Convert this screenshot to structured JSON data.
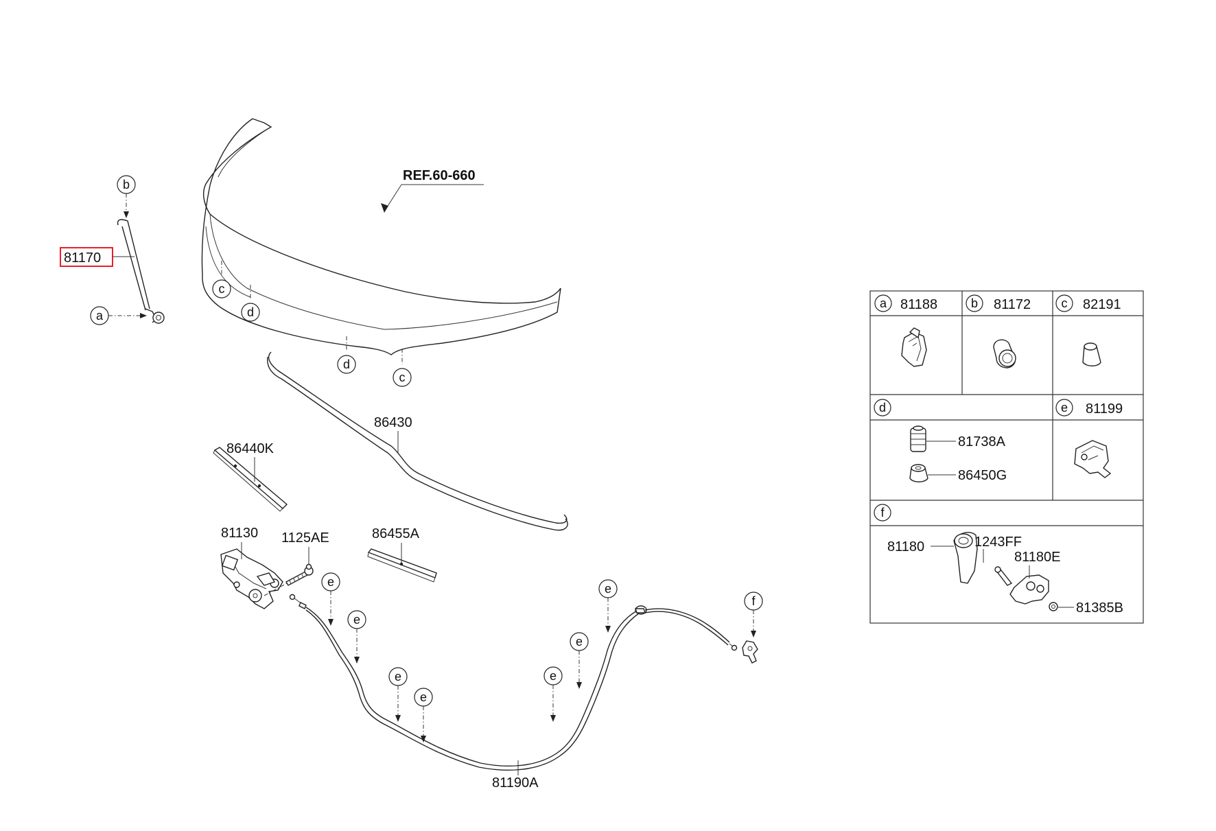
{
  "reference": "REF.60-660",
  "highlight_color": "#e8202a",
  "callouts": {
    "strut": "81170",
    "weatherstrip": "86430",
    "seal_left": "86440K",
    "latch": "81130",
    "bolt": "1125AE",
    "seal_center": "86455A",
    "cable": "81190A"
  },
  "circle_letters": {
    "a": "a",
    "b": "b",
    "c": "c",
    "d": "d",
    "e": "e",
    "f": "f"
  },
  "legend": {
    "a": {
      "letter": "a",
      "part": "81188"
    },
    "b": {
      "letter": "b",
      "part": "81172"
    },
    "c": {
      "letter": "c",
      "part": "82191"
    },
    "d": {
      "letter": "d",
      "parts": [
        "81738A",
        "86450G"
      ]
    },
    "e": {
      "letter": "e",
      "part": "81199"
    },
    "f": {
      "letter": "f",
      "parts": [
        "81180",
        "1243FF",
        "81180E",
        "81385B"
      ]
    }
  }
}
